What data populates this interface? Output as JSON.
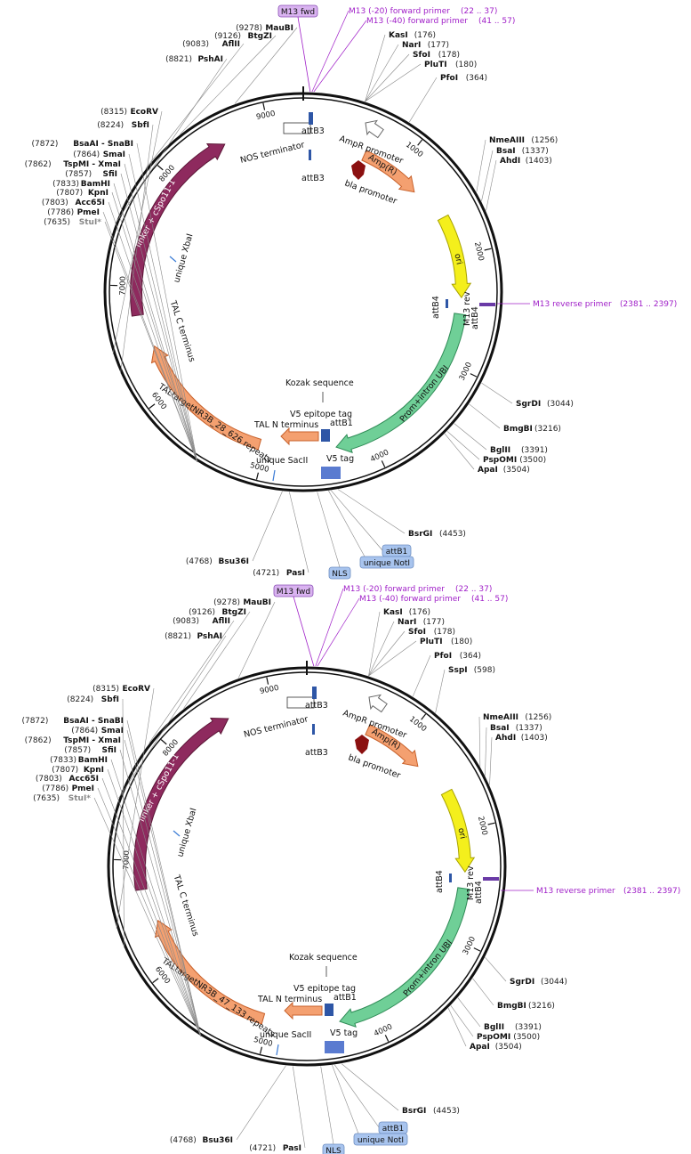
{
  "maps": [
    {
      "site_labels": [
        {
          "num": "(9278)",
          "name": "MauBI"
        },
        {
          "num": "(9126)",
          "name": "BtgZI"
        },
        {
          "num": "(9083)",
          "name": "AflII"
        },
        {
          "num": "(8821)",
          "name": "PshAI"
        },
        {
          "num": "(8315)",
          "name": "EcoRV"
        },
        {
          "num": "(8224)",
          "name": "SbfI"
        },
        {
          "num": "(7872)",
          "name": "BsaAI - SnaBI"
        },
        {
          "num": "(7864)",
          "name": "SmaI"
        },
        {
          "num": "(7862)",
          "name": "TspMI - XmaI"
        },
        {
          "num": "(7857)",
          "name": "SfiI"
        },
        {
          "num": "(7833)",
          "name": "BamHI"
        },
        {
          "num": "(7807)",
          "name": "KpnI"
        },
        {
          "num": "(7803)",
          "name": "Acc65I"
        },
        {
          "num": "(7786)",
          "name": "PmeI"
        },
        {
          "num": "(7635)",
          "name": "StuI*"
        },
        {
          "num": "(176)",
          "name": "KasI"
        },
        {
          "num": "(177)",
          "name": "NarI"
        },
        {
          "num": "(178)",
          "name": "SfoI"
        },
        {
          "num": "(180)",
          "name": "PluTI"
        },
        {
          "num": "(364)",
          "name": "PfoI"
        },
        {
          "num": "(1256)",
          "name": "NmeAIII"
        },
        {
          "num": "(1337)",
          "name": "BsaI"
        },
        {
          "num": "(1403)",
          "name": "AhdI"
        },
        {
          "num": "(3044)",
          "name": "SgrDI"
        },
        {
          "num": "(3216)",
          "name": "BmgBI"
        },
        {
          "num": "(3391)",
          "name": "BglII"
        },
        {
          "num": "(3500)",
          "name": "PspOMI"
        },
        {
          "num": "(3504)",
          "name": "ApaI"
        },
        {
          "num": "(4453)",
          "name": "BsrGI"
        },
        {
          "num": "(4768)",
          "name": "Bsu36I"
        },
        {
          "num": "(4721)",
          "name": "PasI"
        }
      ],
      "primers": [
        {
          "name": "M13 (-20) forward primer",
          "range": "(22 .. 37)"
        },
        {
          "name": "M13 (-40) forward primer",
          "range": "(41 .. 57)"
        },
        {
          "name": "M13 reverse primer",
          "range": "(2381 .. 2397)"
        }
      ],
      "boxes": [
        "M13 fwd",
        "attB1",
        "unique NotI",
        "NLS"
      ],
      "ticks": [
        "9000",
        "1000",
        "2000",
        "3000",
        "4000",
        "5000",
        "6000",
        "7000",
        "8000"
      ],
      "features": {
        "linker": "linker + cSpo11-1",
        "nos": "NOS terminator",
        "attb3_a": "attB3",
        "attb3_b": "attB3",
        "ampr_promoter": "AmpR promoter",
        "ampr": "Amp(R)",
        "bla": "bla promoter",
        "ori": "ori",
        "attb4_a": "attB4",
        "m13rev": "M13 rev",
        "attb4_b": "attB4",
        "ubi": "Prom+intron UBI",
        "tal_c": "TAL C terminus",
        "xbai": "unique XbaI",
        "tal_target": "TALtargetNR3B_28_626 repeats",
        "kozak": "Kozak sequence",
        "v5_epitope": "V5 epitope tag",
        "tal_n": "TAL N terminus",
        "attb1": "attB1",
        "sacii": "unique SacII",
        "v5tag": "V5 tag"
      }
    },
    {
      "site_labels": [
        {
          "num": "(9278)",
          "name": "MauBI"
        },
        {
          "num": "(9126)",
          "name": "BtgZI"
        },
        {
          "num": "(9083)",
          "name": "AflII"
        },
        {
          "num": "(8821)",
          "name": "PshAI"
        },
        {
          "num": "(8315)",
          "name": "EcoRV"
        },
        {
          "num": "(8224)",
          "name": "SbfI"
        },
        {
          "num": "(7872)",
          "name": "BsaAI - SnaBI"
        },
        {
          "num": "(7864)",
          "name": "SmaI"
        },
        {
          "num": "(7862)",
          "name": "TspMI - XmaI"
        },
        {
          "num": "(7857)",
          "name": "SfiI"
        },
        {
          "num": "(7833)",
          "name": "BamHI"
        },
        {
          "num": "(7807)",
          "name": "KpnI"
        },
        {
          "num": "(7803)",
          "name": "Acc65I"
        },
        {
          "num": "(7786)",
          "name": "PmeI"
        },
        {
          "num": "(7635)",
          "name": "StuI*"
        },
        {
          "num": "(176)",
          "name": "KasI"
        },
        {
          "num": "(177)",
          "name": "NarI"
        },
        {
          "num": "(178)",
          "name": "SfoI"
        },
        {
          "num": "(180)",
          "name": "PluTI"
        },
        {
          "num": "(364)",
          "name": "PfoI"
        },
        {
          "num": "(598)",
          "name": "SspI"
        },
        {
          "num": "(1256)",
          "name": "NmeAIII"
        },
        {
          "num": "(1337)",
          "name": "BsaI"
        },
        {
          "num": "(1403)",
          "name": "AhdI"
        },
        {
          "num": "(3044)",
          "name": "SgrDI"
        },
        {
          "num": "(3216)",
          "name": "BmgBI"
        },
        {
          "num": "(3391)",
          "name": "BglII"
        },
        {
          "num": "(3500)",
          "name": "PspOMI"
        },
        {
          "num": "(3504)",
          "name": "ApaI"
        },
        {
          "num": "(4453)",
          "name": "BsrGI"
        },
        {
          "num": "(4768)",
          "name": "Bsu36I"
        },
        {
          "num": "(4721)",
          "name": "PasI"
        }
      ],
      "primers": [
        {
          "name": "M13 (-20) forward primer",
          "range": "(22 .. 37)"
        },
        {
          "name": "M13 (-40) forward primer",
          "range": "(41 .. 57)"
        },
        {
          "name": "M13 reverse primer",
          "range": "(2381 .. 2397)"
        }
      ],
      "boxes": [
        "M13 fwd",
        "attB1",
        "unique NotI",
        "NLS"
      ],
      "ticks": [
        "9000",
        "1000",
        "2000",
        "3000",
        "4000",
        "5000",
        "6000",
        "7000",
        "8000"
      ],
      "features": {
        "linker": "linker + cSpo11-1",
        "nos": "NOS terminator",
        "attb3_a": "attB3",
        "attb3_b": "attB3",
        "ampr_promoter": "AmpR promoter",
        "ampr": "Amp(R)",
        "bla": "bla promoter",
        "ori": "ori",
        "attb4_a": "attB4",
        "m13rev": "M13 rev",
        "attb4_b": "attB4",
        "ubi": "Prom+intron UBI",
        "tal_c": "TAL C terminus",
        "xbai": "unique XbaI",
        "tal_target": "TALtargetNR3B_47_133 repeats",
        "kozak": "Kozak sequence",
        "v5_epitope": "V5 epitope tag",
        "tal_n": "TAL N terminus",
        "attb1": "attB1",
        "sacii": "unique SacII",
        "v5tag": "V5 tag"
      }
    }
  ],
  "colors": {
    "backbone": "#111111",
    "orange": "#f4a070",
    "orange_stroke": "#c8622c",
    "linker": "#8e2a5e",
    "ori": "#f4ef1c",
    "ubi": "#6fcf97",
    "bla": "#8b1010",
    "primer": "#a020c8",
    "box_fill": "#a8c4ee",
    "fwd_fill": "#d9b3f0"
  }
}
